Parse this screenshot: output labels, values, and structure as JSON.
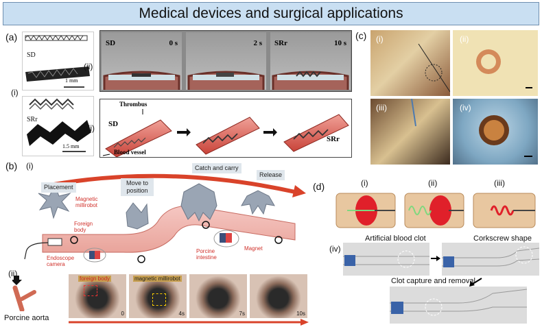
{
  "title": "Medical devices and surgical applications",
  "panel_a": {
    "label": "(a)",
    "sub_i": "(i)",
    "sub_ii": "(ii)",
    "sub_iii": "(iii)",
    "sd": "SD",
    "srr": "SRr",
    "scale1": "1 mm",
    "scale2": "1.5 mm",
    "frames": [
      {
        "s": "SD",
        "t": "0 s"
      },
      {
        "s": "",
        "t": "2 s"
      },
      {
        "s": "SRr",
        "t": "10 s"
      }
    ],
    "thrombus": "Thrombus",
    "blood_vessel": "Blood vessel",
    "iii_sd": "SD",
    "iii_srr": "SRr"
  },
  "panel_b": {
    "label": "(b)",
    "sub_i": "(i)",
    "sub_ii": "(ii)",
    "stages": [
      "Placement",
      "Move to position",
      "Catch and carry",
      "Release"
    ],
    "magnetic_millirobot": "Magnetic millirobot",
    "foreign_body": "Foreign body",
    "endoscope_camera": "Endoscope camera",
    "porcine_intestine": "Porcine intestine",
    "magnet": "Magnet",
    "porcine_aorta": "Porcine aorta",
    "frames": [
      {
        "t": "0",
        "tag": "foreign body"
      },
      {
        "t": "4s",
        "tag": "magnetic millirobot"
      },
      {
        "t": "7s",
        "tag": ""
      },
      {
        "t": "10s",
        "tag": ""
      }
    ]
  },
  "panel_c": {
    "label": "(c)",
    "subs": [
      "(i)",
      "(ii)",
      "(iii)",
      "(iv)"
    ]
  },
  "panel_d": {
    "label": "(d)",
    "subs": [
      "(i)",
      "(ii)",
      "(iii)"
    ],
    "sub_iv": "(iv)",
    "artificial_clot": "Artificial blood clot",
    "corkscrew": "Corkscrew shape",
    "capture": "Clot capture and removal"
  },
  "colors": {
    "banner": "#c9dff2",
    "arrow_red": "#d9432a",
    "vessel": "#e07065",
    "clot": "#e0202a",
    "helix": "#7fd87f"
  }
}
